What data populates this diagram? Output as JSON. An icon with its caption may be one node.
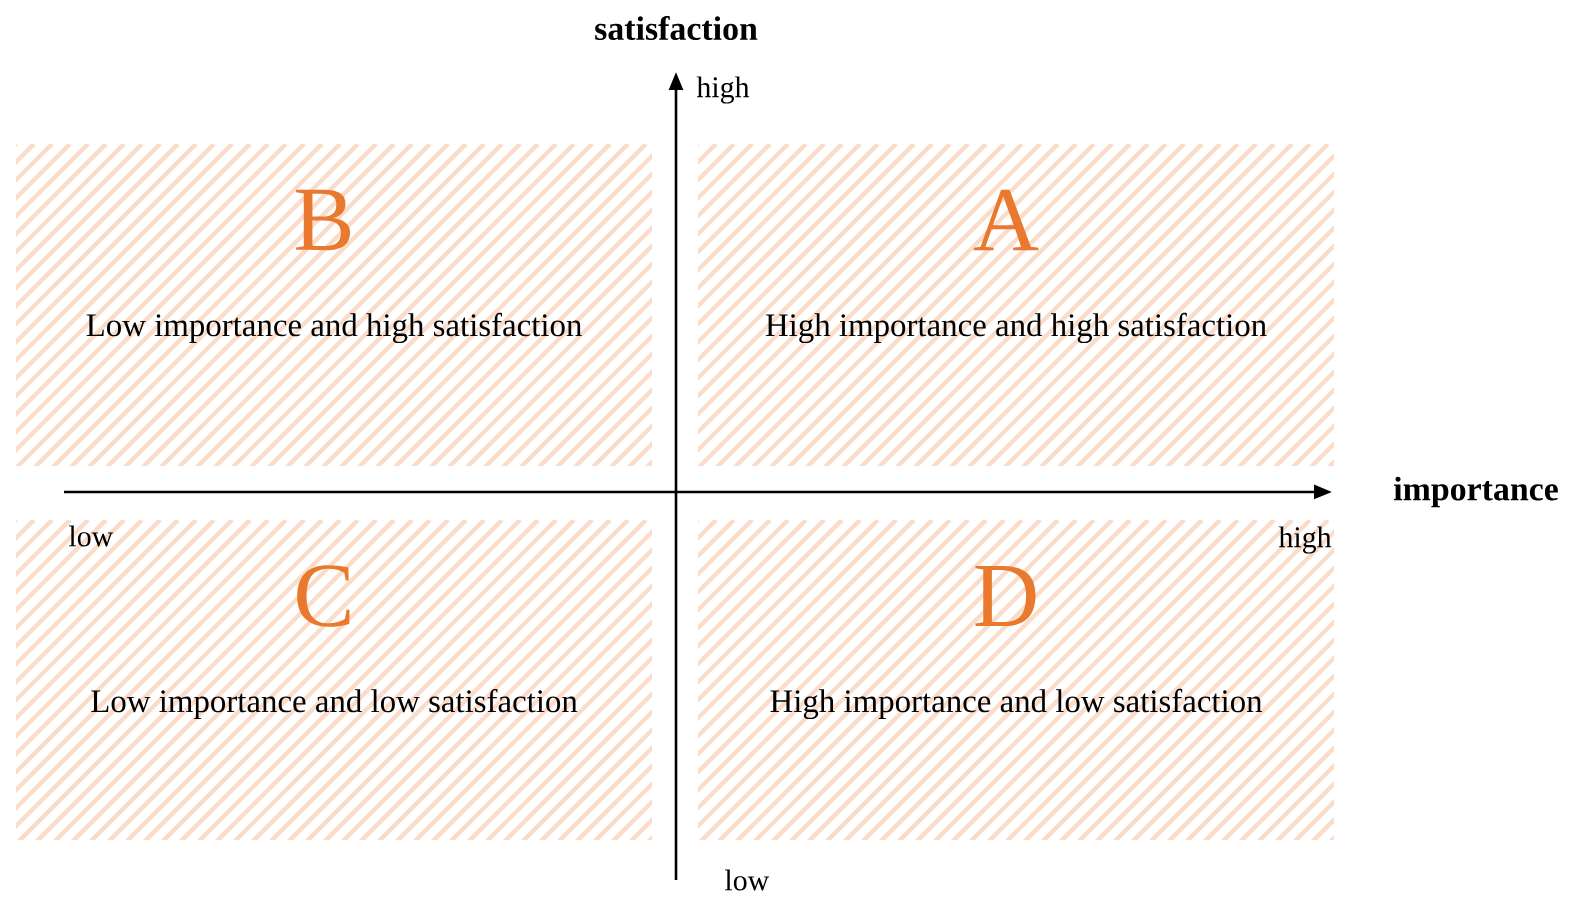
{
  "diagram": {
    "nodes": [
      {
        "text": [
          "B",
          "Low importance and high satisfaction"
        ]
      },
      {
        "text": [
          "A",
          "High importance and high satisfaction"
        ]
      },
      {
        "text": [
          "C",
          "Low importance and low satisfaction"
        ]
      },
      {
        "text": [
          "D",
          "High importance and low satisfaction"
        ]
      }
    ],
    "labels": [
      "satisfaction",
      "high",
      "importance",
      "low",
      "high",
      "low"
    ]
  }
}
